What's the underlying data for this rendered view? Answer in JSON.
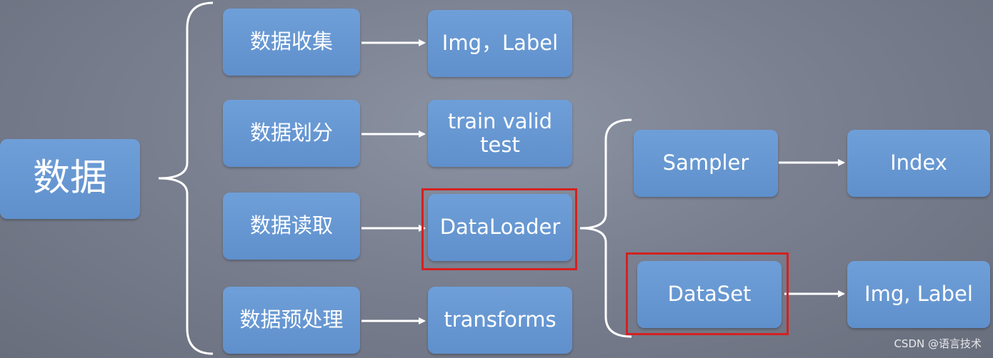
{
  "root": {
    "label": "数据"
  },
  "steps": [
    {
      "label": "数据收集",
      "result": "Img，Label"
    },
    {
      "label": "数据划分",
      "result": "train valid\ntest"
    },
    {
      "label": "数据读取",
      "result": "DataLoader"
    },
    {
      "label": "数据预处理",
      "result": "transforms"
    }
  ],
  "loader_parts": [
    {
      "label": "Sampler",
      "result": "Index"
    },
    {
      "label": "DataSet",
      "result": "Img, Label"
    }
  ],
  "highlighted": [
    "DataLoader",
    "DataSet"
  ],
  "colors": {
    "box": "#6a9ad4",
    "highlight": "#d42121",
    "lines": "#ffffff",
    "background": "#7a8090"
  },
  "watermark": "CSDN @语言技术"
}
